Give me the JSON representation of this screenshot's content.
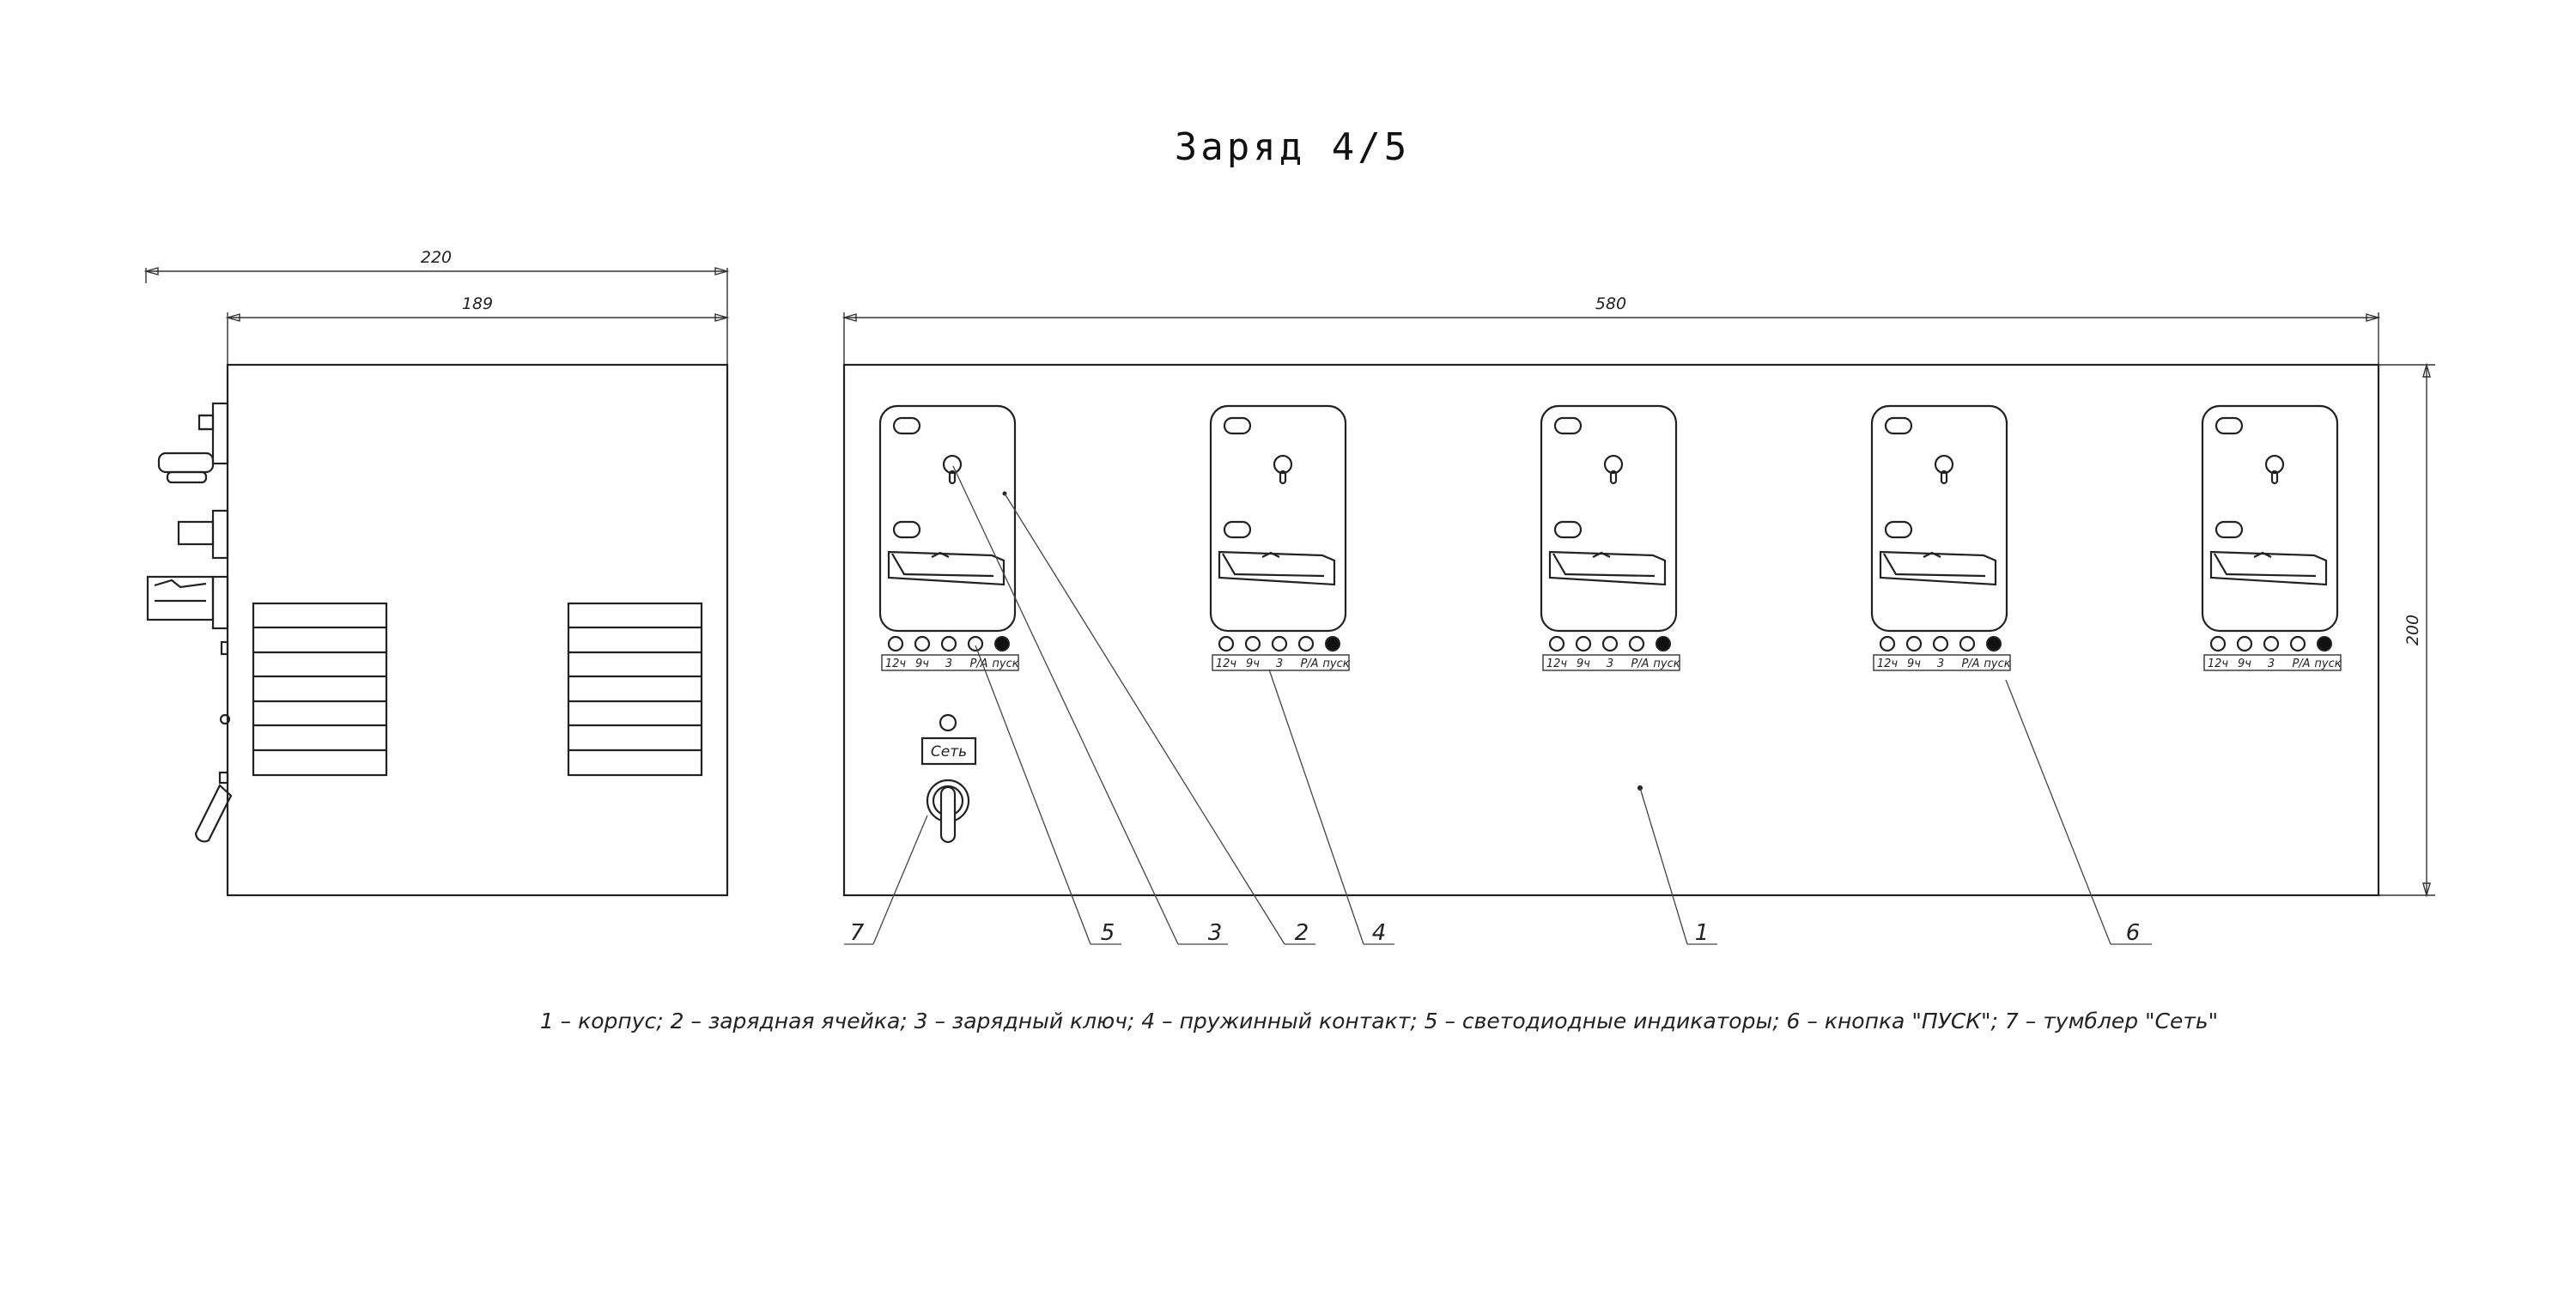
{
  "title": "Заряд 4/5",
  "dimensions": {
    "side_total": "220",
    "side_inner": "189",
    "front_width": "580",
    "front_height": "200"
  },
  "cell_indicator_labels": [
    "12ч",
    "9ч",
    "3",
    "Р/А",
    "пуск"
  ],
  "cells_count": 5,
  "network_label": "Сеть",
  "callouts": [
    "1",
    "2",
    "3",
    "4",
    "5",
    "6",
    "7"
  ],
  "legend": "1 – корпус; 2 – зарядная ячейка; 3 – зарядный ключ; 4 – пружинный контакт; 5 – светодиодные индикаторы; 6 – кнопка \"ПУСК\"; 7 – тумблер \"Сеть\""
}
